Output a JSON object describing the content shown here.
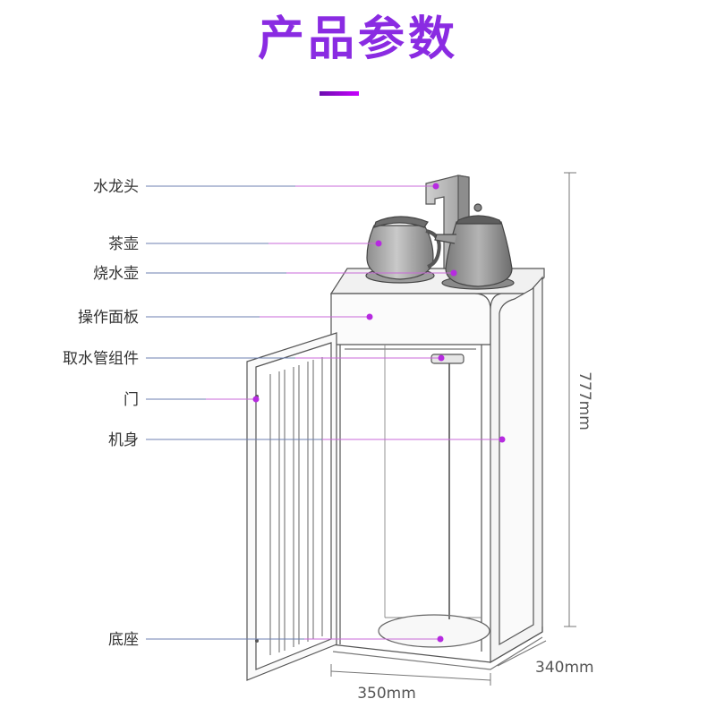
{
  "title": "产品参数",
  "accent_color": "#b62be0",
  "labels": [
    {
      "text": "水龙头"
    },
    {
      "text": "茶壶"
    },
    {
      "text": "烧水壶"
    },
    {
      "text": "操作面板"
    },
    {
      "text": "取水管组件"
    },
    {
      "text": "门"
    },
    {
      "text": "机身"
    },
    {
      "text": "底座"
    }
  ],
  "dimensions": {
    "height": "777mm",
    "width": "350mm",
    "depth": "340mm"
  }
}
